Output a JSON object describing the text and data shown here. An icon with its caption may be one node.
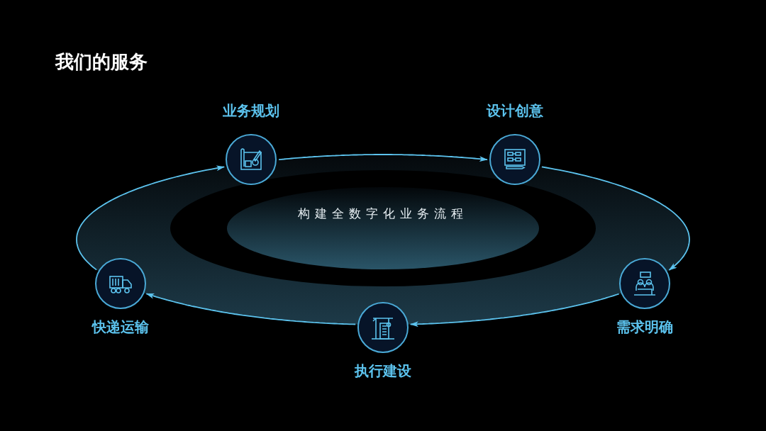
{
  "diagram": {
    "title": "我们的服务",
    "nodes": [
      {
        "text": [
          "业务规划"
        ]
      },
      {
        "text": [
          "设计创意"
        ]
      },
      {
        "text": [
          "构建全数字化业务流程"
        ]
      },
      {
        "text": [
          "快递运输"
        ]
      },
      {
        "text": [
          "需求明确"
        ]
      },
      {
        "text": [
          "执行建设"
        ]
      }
    ],
    "edges": [
      {
        "from": 0,
        "to": 1,
        "arrow": "to"
      },
      {
        "from": 1,
        "to": 4,
        "arrow": "to"
      },
      {
        "from": 4,
        "to": 5,
        "arrow": "to"
      },
      {
        "from": 5,
        "to": 3,
        "arrow": "to"
      },
      {
        "from": 3,
        "to": 0,
        "arrow": "to"
      }
    ]
  }
}
